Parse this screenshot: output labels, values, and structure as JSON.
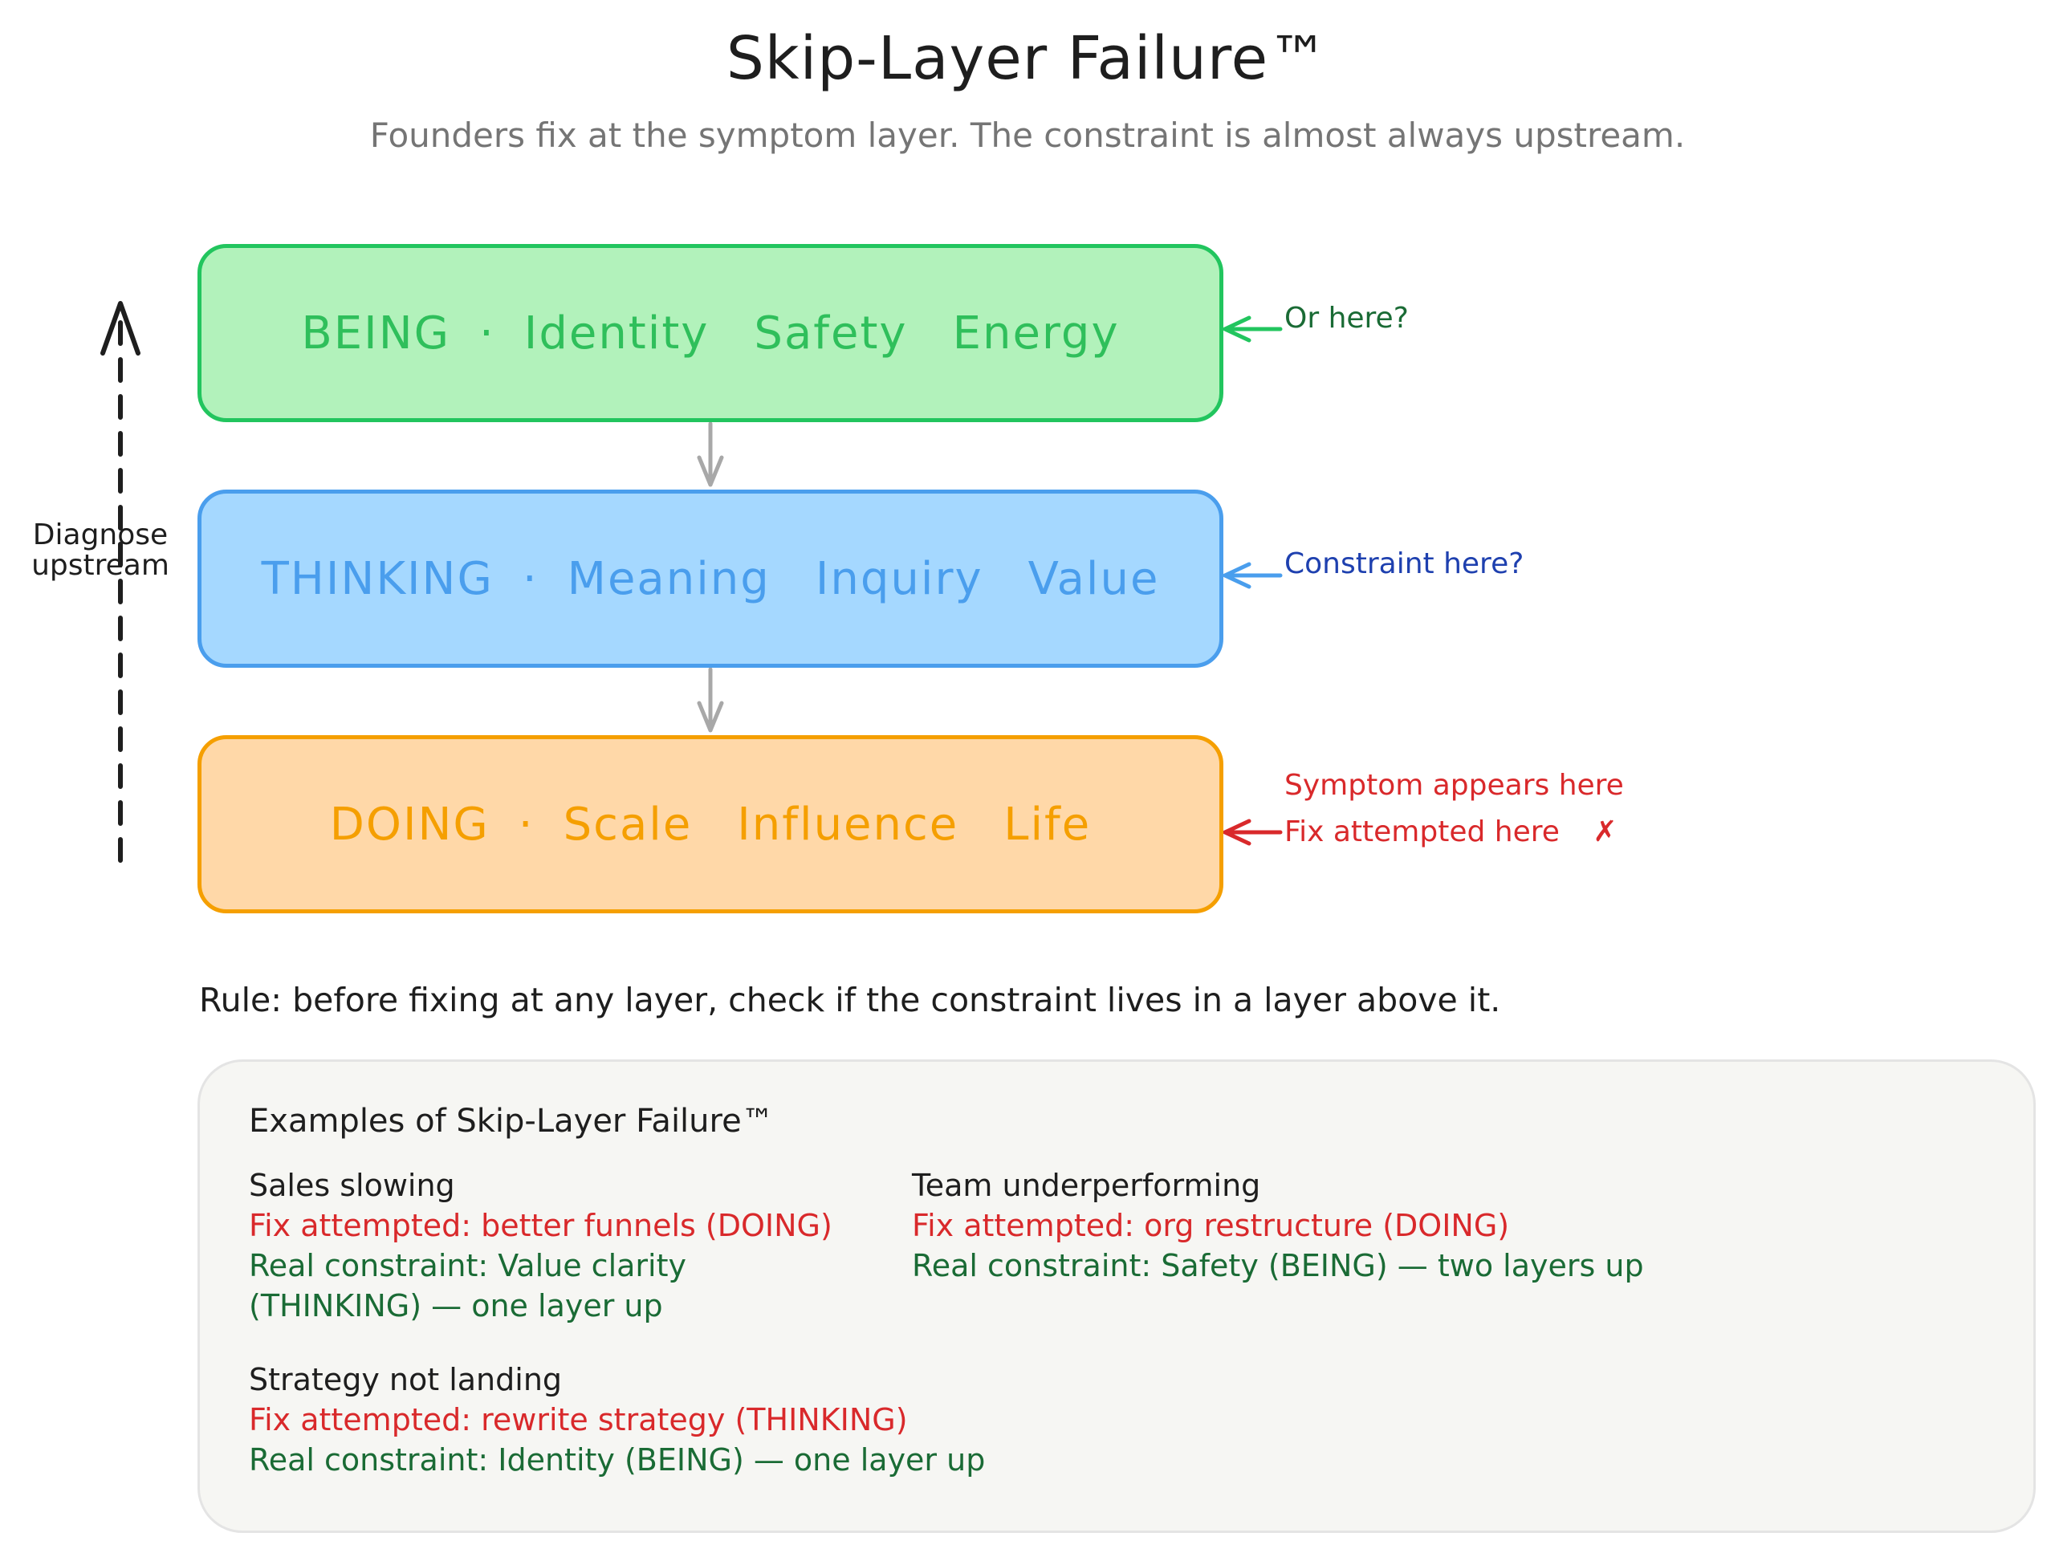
{
  "header": {
    "title": "Skip-Layer Failure™",
    "subtitle": "Founders fix at the symptom layer. The constraint is almost always upstream."
  },
  "layers": [
    {
      "name": "BEING",
      "separator": "·",
      "items": [
        "Identity",
        "Safety",
        "Energy"
      ],
      "fill": "#b2f2bb",
      "stroke": "#22c55e",
      "text_color": "#2fbf5b"
    },
    {
      "name": "THINKING",
      "separator": "·",
      "items": [
        "Meaning",
        "Inquiry",
        "Value"
      ],
      "fill": "#a5d8ff",
      "stroke": "#4a9eed",
      "text_color": "#4a9eed"
    },
    {
      "name": "DOING",
      "separator": "·",
      "items": [
        "Scale",
        "Influence",
        "Life"
      ],
      "fill": "#ffd8a8",
      "stroke": "#f59f00",
      "text_color": "#f59f00"
    }
  ],
  "annotations": {
    "being": "Or here?",
    "thinking": "Constraint here?",
    "doing_line1": "Symptom appears here",
    "doing_line2": "Fix attempted here",
    "doing_mark": "✗"
  },
  "side_arrow": {
    "line1": "Diagnose",
    "line2": "upstream"
  },
  "rule": "Rule: before fixing at any layer, check if the constraint lives in a layer above it.",
  "examples": {
    "title": "Examples of Skip-Layer Failure™",
    "items": [
      {
        "heading": "Sales slowing",
        "fix": "Fix attempted: better funnels (DOING)",
        "real_line1": "Real constraint: Value clarity",
        "real_line2": "(THINKING)  — one layer up"
      },
      {
        "heading": "Team underperforming",
        "fix": "Fix attempted: org restructure (DOING)",
        "real_line1": "Real constraint: Safety (BEING)  — two layers up"
      },
      {
        "heading": "Strategy not landing",
        "fix": "Fix attempted: rewrite strategy (THINKING)",
        "real_line1": "Real constraint: Identity (BEING)  — one layer up"
      }
    ]
  },
  "colors": {
    "annotation_green": "#1a6b35",
    "annotation_blue": "#1e40af",
    "annotation_red": "#d9292b",
    "flow_arrow": "#a8a8a8",
    "panel_bg": "#f6f6f3"
  }
}
